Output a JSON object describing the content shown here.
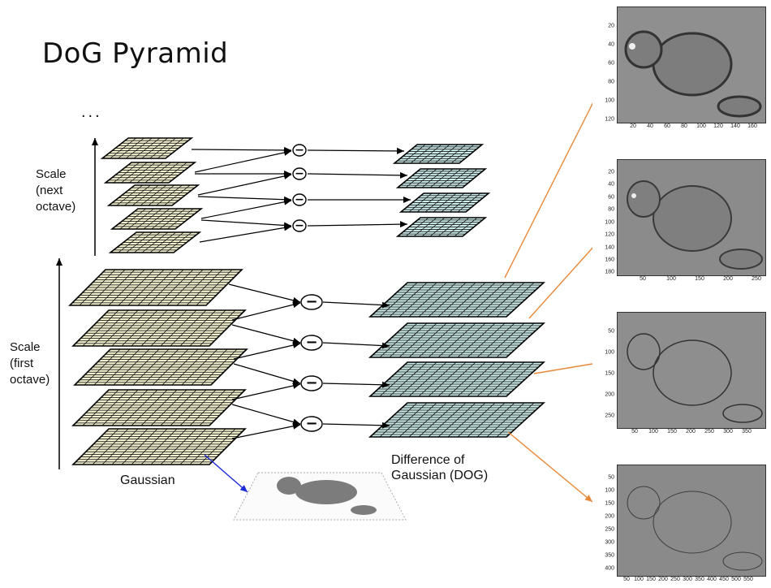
{
  "title": "DoG Pyramid",
  "labels": {
    "ellipsis": "...",
    "scale_next": [
      "Scale",
      "(next",
      "octave)"
    ],
    "scale_first": [
      "Scale",
      "(first",
      "octave)"
    ],
    "gaussian": "Gaussian",
    "dog": [
      "Difference of",
      "Gaussian (DOG)"
    ],
    "minus_sign": "−"
  },
  "colors": {
    "gaussian_grid": "#f3f0cf",
    "dog_grid": "#cdeceb",
    "arrow_orange": "#e8893a",
    "arrow_blue": "#1c2bd6",
    "image_gray": "#8a8a8a"
  },
  "thumbnails": [
    {
      "y_ticks": [
        "20",
        "40",
        "60",
        "80",
        "100",
        "120"
      ],
      "x_ticks": [
        "20",
        "40",
        "60",
        "80",
        "100",
        "120",
        "140",
        "160"
      ]
    },
    {
      "y_ticks": [
        "20",
        "40",
        "60",
        "80",
        "100",
        "120",
        "140",
        "160",
        "180"
      ],
      "x_ticks": [
        "50",
        "100",
        "150",
        "200",
        "250"
      ]
    },
    {
      "y_ticks": [
        "50",
        "100",
        "150",
        "200",
        "250"
      ],
      "x_ticks": [
        "50",
        "100",
        "150",
        "200",
        "250",
        "300",
        "350"
      ]
    },
    {
      "y_ticks": [
        "50",
        "100",
        "150",
        "200",
        "250",
        "300",
        "350",
        "400"
      ],
      "x_ticks": [
        "50",
        "100",
        "150",
        "200",
        "250",
        "300",
        "350",
        "400",
        "450",
        "500",
        "550"
      ]
    }
  ]
}
